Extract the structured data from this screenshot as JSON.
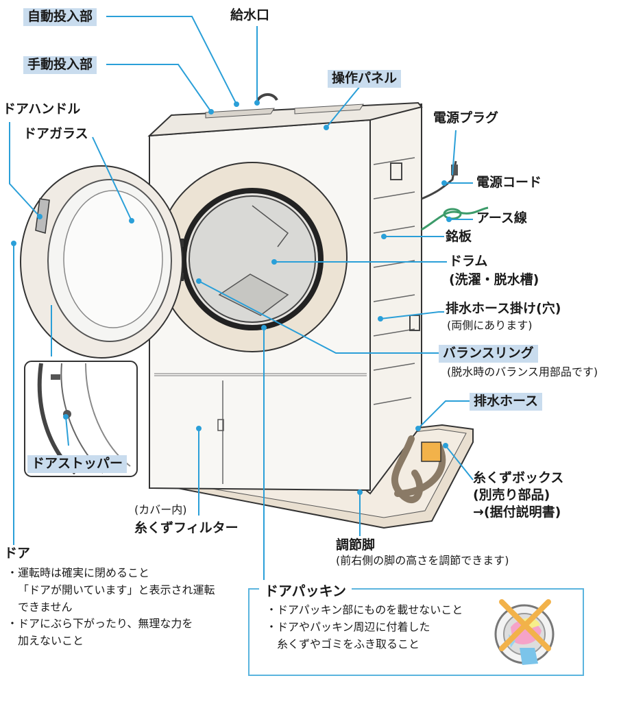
{
  "labels": {
    "auto_dispenser": "自動投入部",
    "water_inlet": "給水口",
    "manual_dispenser": "手動投入部",
    "control_panel": "操作パネル",
    "door_handle": "ドアハンドル",
    "door_glass": "ドアガラス",
    "power_plug": "電源プラグ",
    "power_cord": "電源コード",
    "earth_wire": "アース線",
    "nameplate": "銘板",
    "drum_line1": "ドラム",
    "drum_line2": "(洗濯・脱水槽)",
    "hose_hook": "排水ホース掛け(穴)",
    "hose_hook_note": "(両側にあります)",
    "balance_ring": "バランスリング",
    "balance_ring_note": "(脱水時のバランス用部品です)",
    "drain_hose": "排水ホース",
    "lint_box_line1": "糸くずボックス",
    "lint_box_line2": "(別売り部品)",
    "lint_box_line3": "→(据付説明書)",
    "door_stopper": "ドアストッパー",
    "filter_note": "(カバー内)",
    "lint_filter": "糸くずフィルター",
    "leg": "調節脚",
    "leg_note": "(前右側の脚の高さを調節できます)"
  },
  "door_notes": {
    "title": "ドア",
    "items": [
      "・運転時は確実に閉めること",
      "「ドアが開いています」と表示され運転",
      "できません",
      "・ドアにぶら下がったり、無理な力を",
      "加えないこと"
    ]
  },
  "packing_box": {
    "title": "ドアパッキン",
    "items": [
      "・ドアパッキン部にものを載せないこと",
      "・ドアやパッキン周辺に付着した",
      "糸くずやゴミをふき取ること"
    ]
  },
  "colors": {
    "highlight": "#c9dcee",
    "leader_line": "#2a9fd8",
    "box_border": "#5ab4de",
    "cross_mark": "#f2b24a",
    "earth_wire": "#3c9b6a"
  }
}
